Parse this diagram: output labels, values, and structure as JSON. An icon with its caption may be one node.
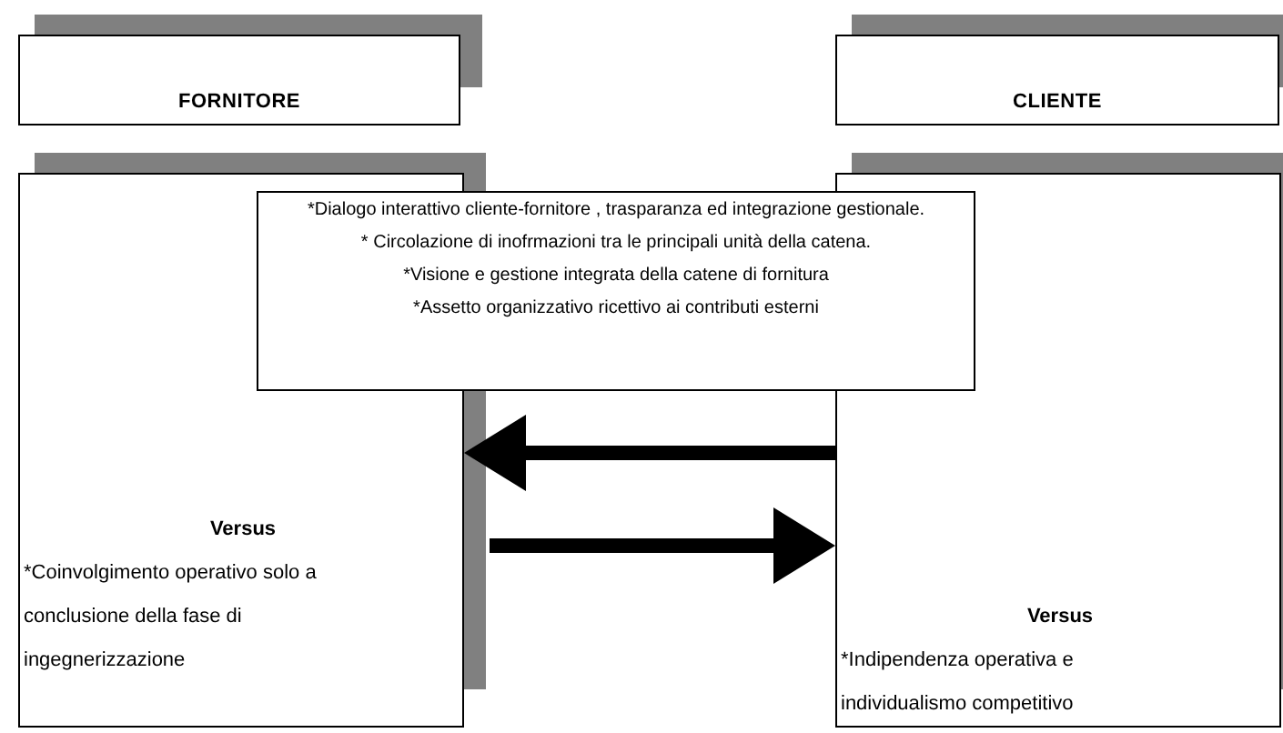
{
  "diagram": {
    "nodes": [
      {
        "text": [
          "FORNITORE"
        ]
      },
      {
        "text": [
          "CLIENTE"
        ]
      },
      {
        "text": [
          "Versus",
          "*Coinvolgimento operativo solo a conclusione della fase di ingegnerizzazione"
        ]
      },
      {
        "text": [
          "*Dialogo interattivo cliente-fornitore , trasparanza ed integrazione gestionale.",
          "* Circolazione di inofrmazioni tra le principali unità della catena.",
          "*Visione e gestione integrata della catene di fornitura",
          "*Assetto organizzativo ricettivo ai contributi esterni"
        ]
      },
      {
        "text": [
          "Versus",
          "*Indipendenza operativa e individualismo competitivo"
        ]
      }
    ],
    "edges": [
      {
        "from": 4,
        "to": 2,
        "arrow": "to"
      },
      {
        "from": 2,
        "to": 4,
        "arrow": "to"
      }
    ]
  }
}
